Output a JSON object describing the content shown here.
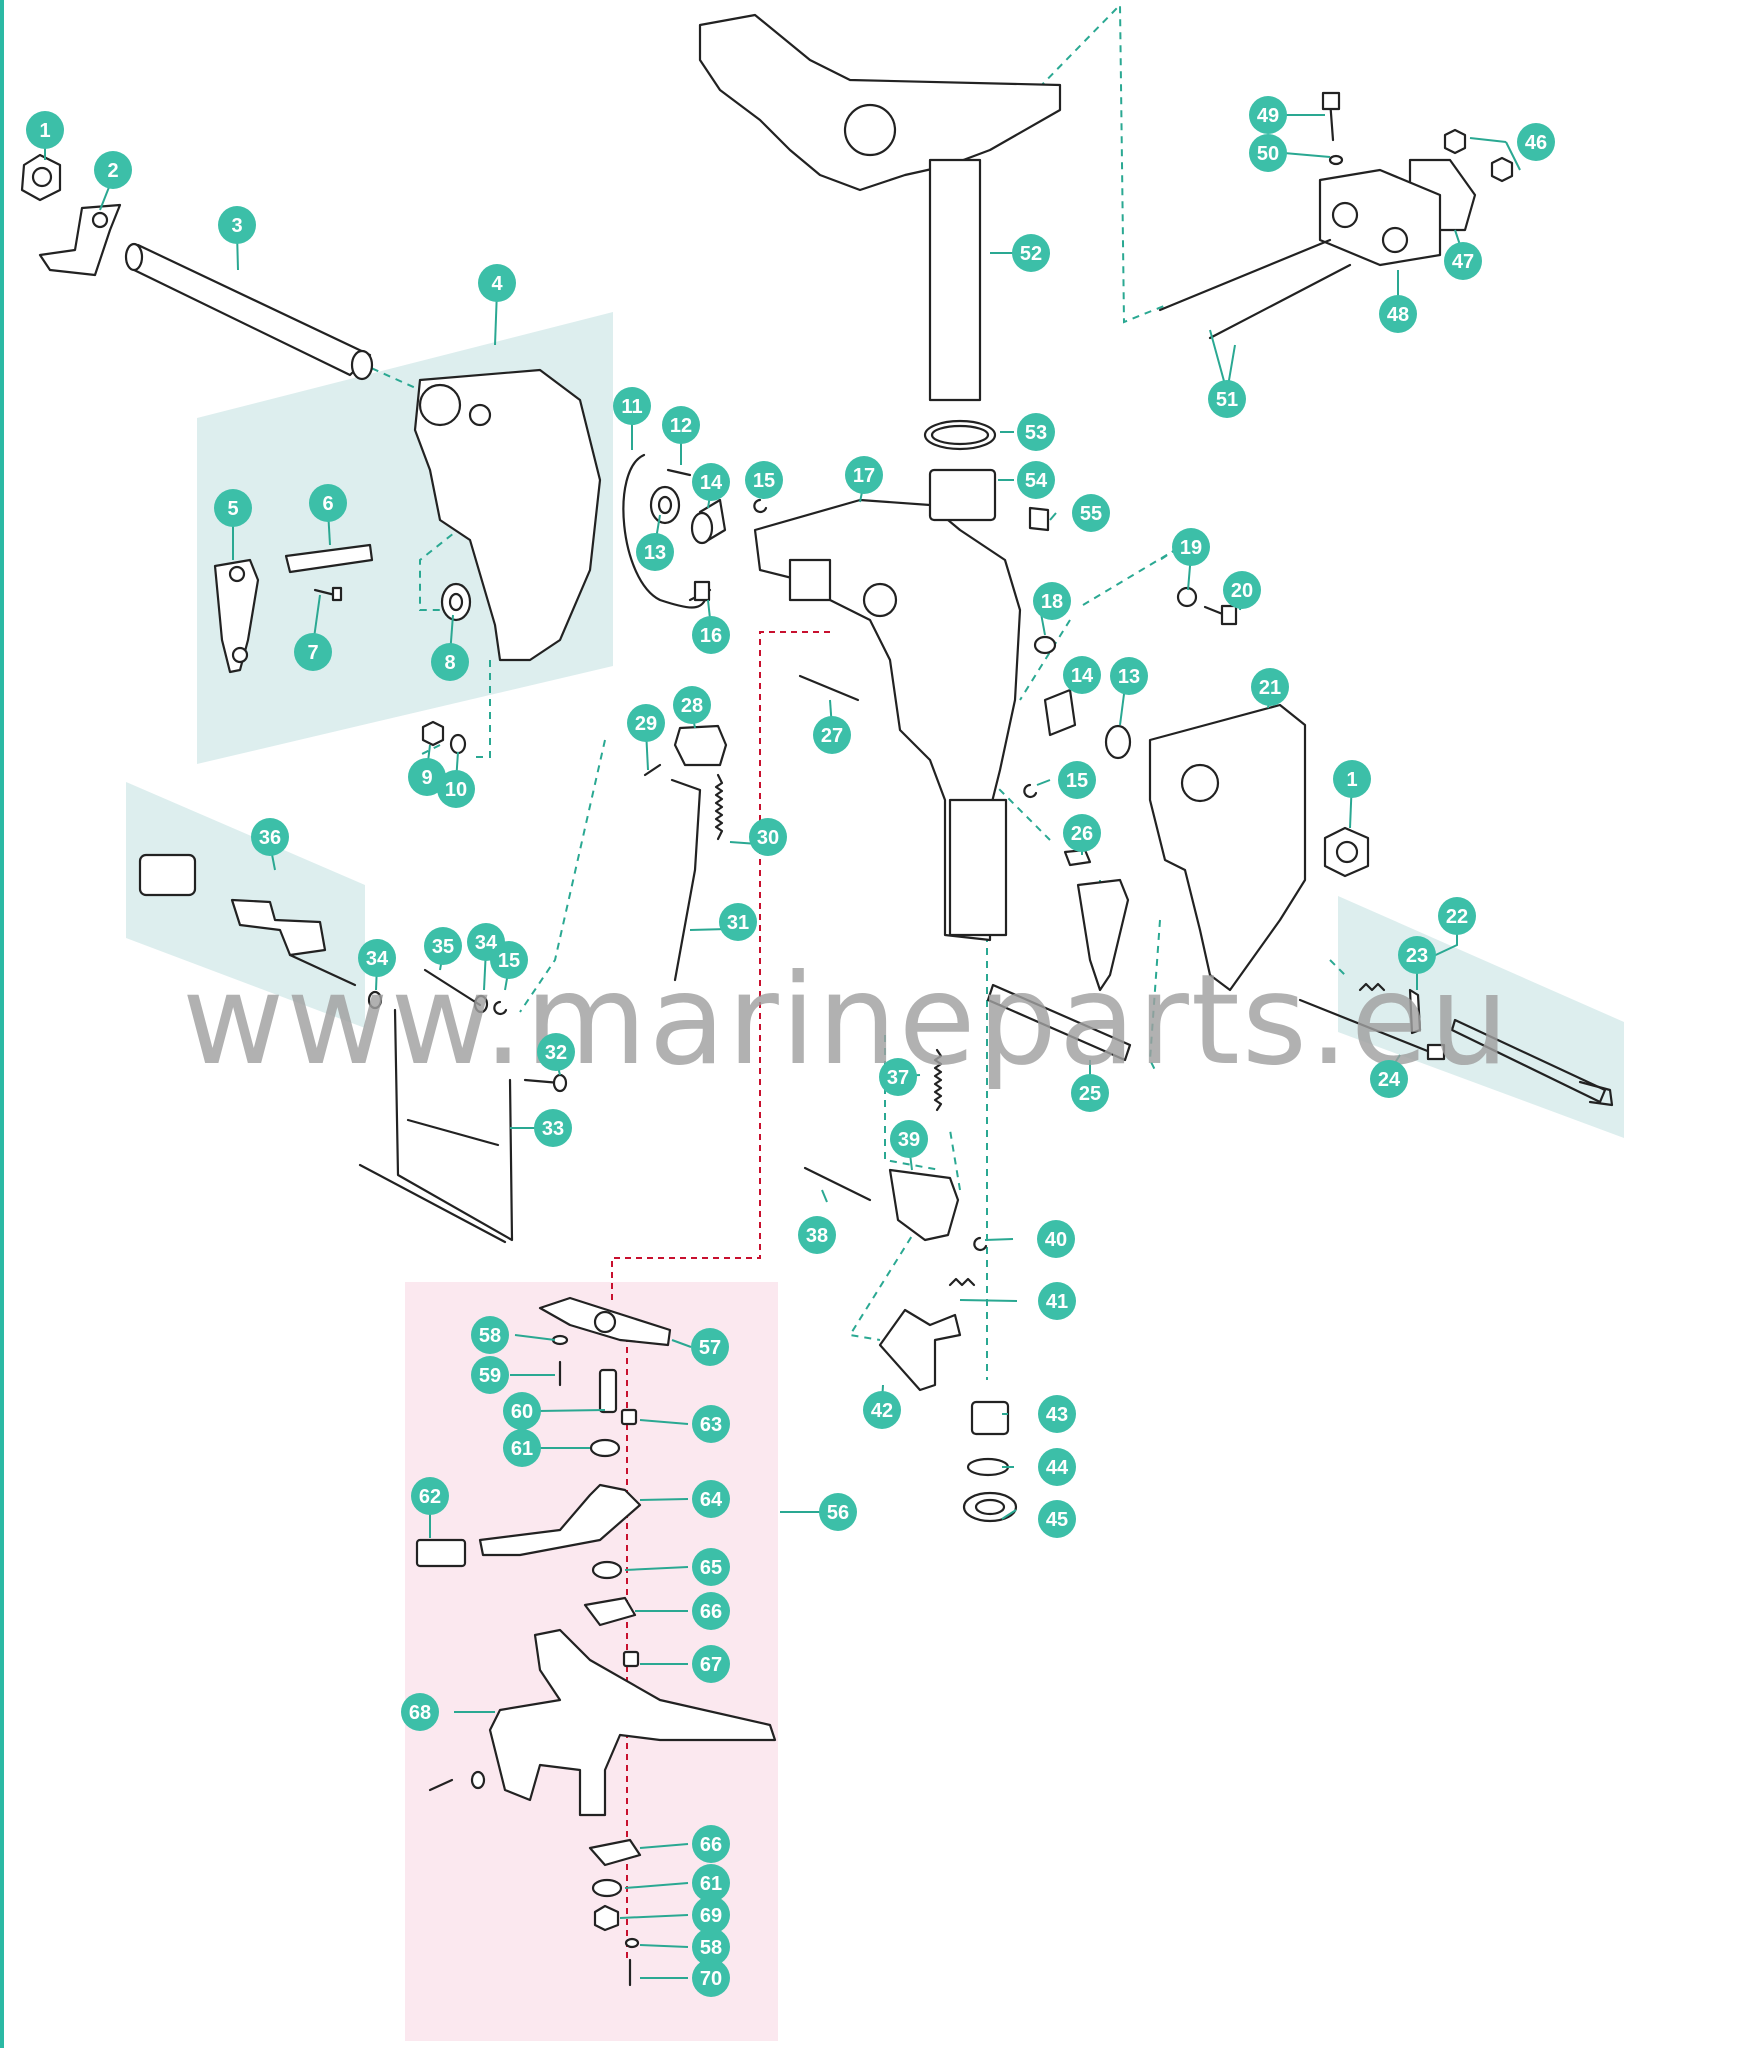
{
  "watermark": "www.marineparts.eu",
  "colors": {
    "callout": "#3cbfa8",
    "callout_text": "#ffffff",
    "teal_panel": "#ddeeee",
    "pink_panel": "#fbe8ef",
    "leader_teal": "#2aa892",
    "leader_red": "#c8102e",
    "line": "#222222",
    "watermark": "#a0a0a0",
    "border": "#2bb9a4"
  },
  "callouts": [
    {
      "label": "1"
    },
    {
      "label": "2"
    },
    {
      "label": "3"
    },
    {
      "label": "4"
    },
    {
      "label": "5"
    },
    {
      "label": "6"
    },
    {
      "label": "7"
    },
    {
      "label": "8"
    },
    {
      "label": "9"
    },
    {
      "label": "10"
    },
    {
      "label": "11"
    },
    {
      "label": "12"
    },
    {
      "label": "13"
    },
    {
      "label": "14"
    },
    {
      "label": "15"
    },
    {
      "label": "16"
    },
    {
      "label": "17"
    },
    {
      "label": "18"
    },
    {
      "label": "19"
    },
    {
      "label": "20"
    },
    {
      "label": "21"
    },
    {
      "label": "22"
    },
    {
      "label": "23"
    },
    {
      "label": "24"
    },
    {
      "label": "25"
    },
    {
      "label": "26"
    },
    {
      "label": "27"
    },
    {
      "label": "28"
    },
    {
      "label": "29"
    },
    {
      "label": "30"
    },
    {
      "label": "31"
    },
    {
      "label": "32"
    },
    {
      "label": "33"
    },
    {
      "label": "34"
    },
    {
      "label": "35"
    },
    {
      "label": "34"
    },
    {
      "label": "15"
    },
    {
      "label": "36"
    },
    {
      "label": "37"
    },
    {
      "label": "38"
    },
    {
      "label": "39"
    },
    {
      "label": "40"
    },
    {
      "label": "41"
    },
    {
      "label": "42"
    },
    {
      "label": "43"
    },
    {
      "label": "44"
    },
    {
      "label": "45"
    },
    {
      "label": "46"
    },
    {
      "label": "47"
    },
    {
      "label": "48"
    },
    {
      "label": "49"
    },
    {
      "label": "50"
    },
    {
      "label": "51"
    },
    {
      "label": "52"
    },
    {
      "label": "53"
    },
    {
      "label": "54"
    },
    {
      "label": "55"
    },
    {
      "label": "56"
    },
    {
      "label": "57"
    },
    {
      "label": "58"
    },
    {
      "label": "59"
    },
    {
      "label": "60"
    },
    {
      "label": "61"
    },
    {
      "label": "62"
    },
    {
      "label": "63"
    },
    {
      "label": "64"
    },
    {
      "label": "65"
    },
    {
      "label": "66"
    },
    {
      "label": "67"
    },
    {
      "label": "68"
    },
    {
      "label": "66"
    },
    {
      "label": "61"
    },
    {
      "label": "69"
    },
    {
      "label": "58"
    },
    {
      "label": "70"
    },
    {
      "label": "13"
    },
    {
      "label": "14"
    },
    {
      "label": "15"
    },
    {
      "label": "1"
    }
  ]
}
